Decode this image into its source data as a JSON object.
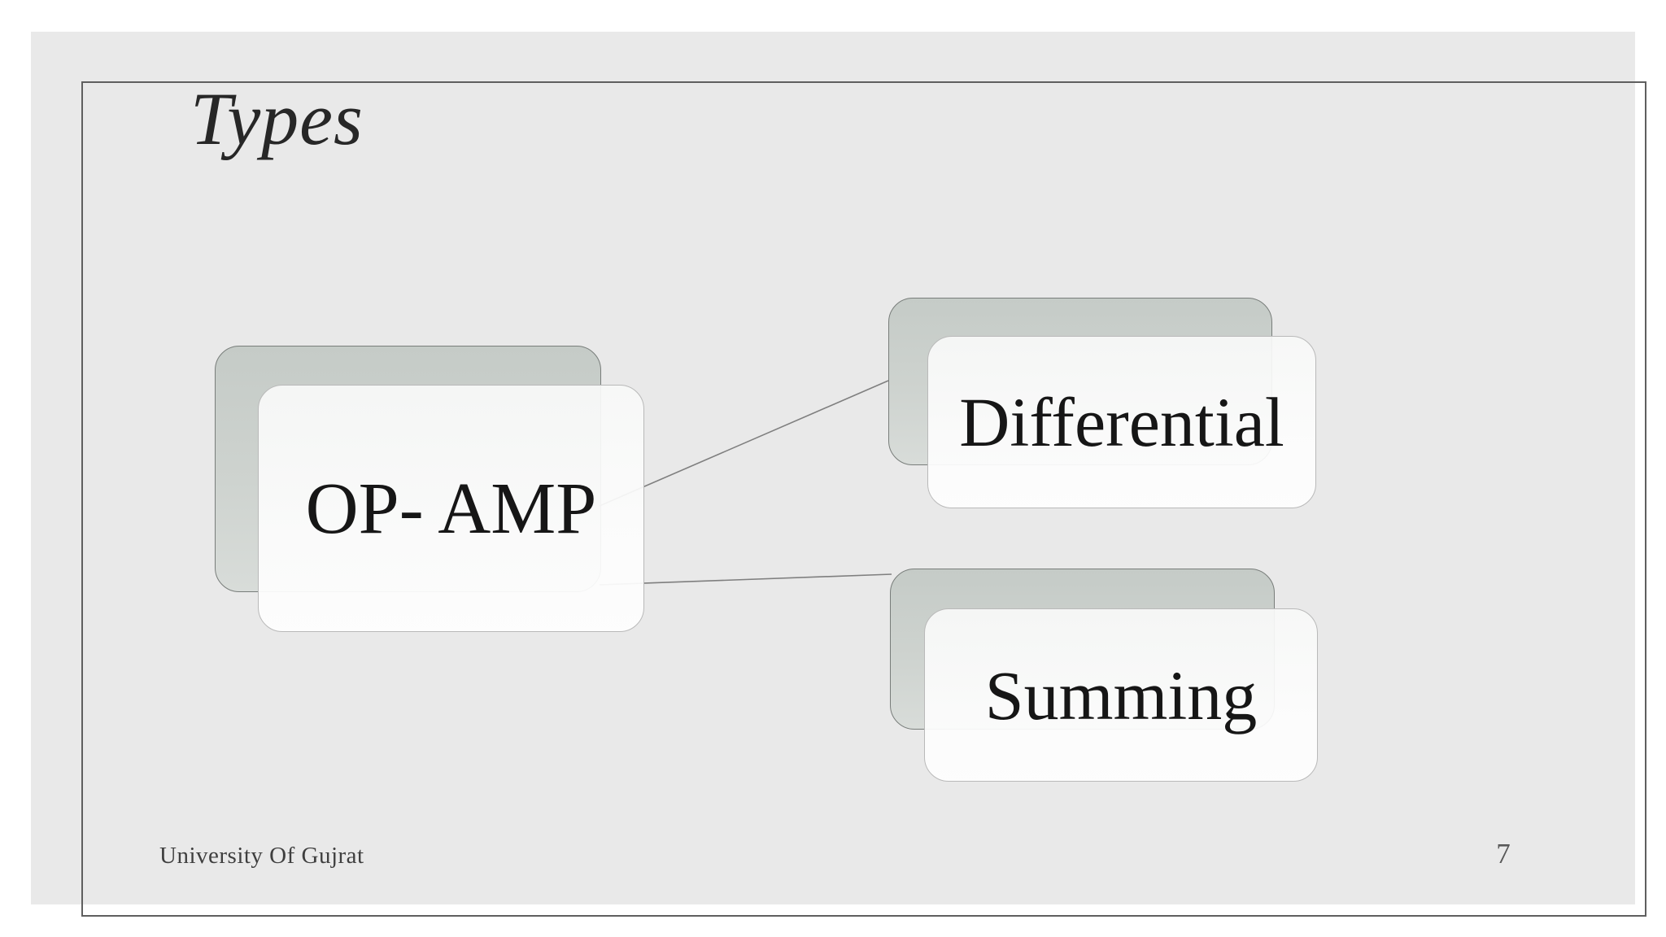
{
  "slide": {
    "title": "Types",
    "footer": "University Of Gujrat",
    "slide_number": "7",
    "diagram": {
      "root_label": "OP- AMP",
      "child_labels": [
        "Differential",
        "Summing"
      ]
    }
  },
  "colors": {
    "slide_background": "#e9e9e9",
    "frame_border": "#5f5f5f",
    "shadow_box_fill": "#ccd2ce",
    "front_box_fill": "#fbfbfb",
    "connector_line": "#7f7f7f",
    "label_text": "#161616"
  }
}
